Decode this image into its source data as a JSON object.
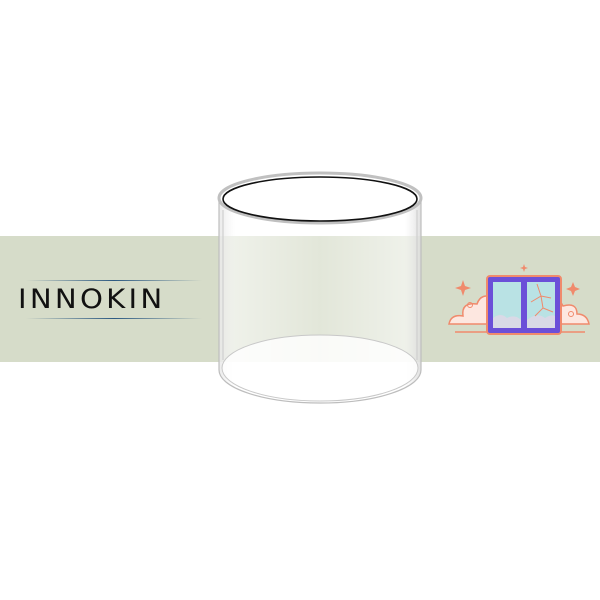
{
  "brand": {
    "logo_text": "INNOKIN",
    "text_color": "#111111",
    "accent_line_color": "#2d5a82"
  },
  "product": {
    "name": "glass-tube",
    "description": "Clear replacement glass tube"
  },
  "badge": {
    "icon": "broken-window-icon",
    "frame_color": "#6b4fd8",
    "cloud_color": "#f4a48c"
  },
  "colors": {
    "background": "#ffffff",
    "band": "#d6dcc9"
  }
}
